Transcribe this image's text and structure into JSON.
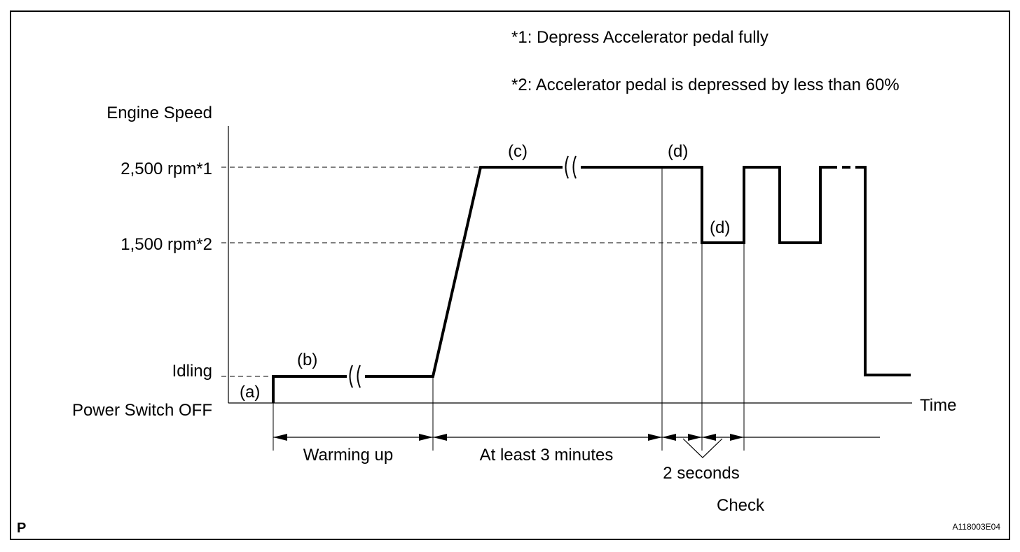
{
  "notes": {
    "note1": "*1: Depress Accelerator pedal fully",
    "note2": "*2: Accelerator pedal is depressed by less than 60%"
  },
  "axes": {
    "y_title": "Engine Speed",
    "x_title": "Time",
    "y_levels": [
      "2,500 rpm*1",
      "1,500 rpm*2",
      "Idling",
      "Power Switch OFF"
    ]
  },
  "steps": {
    "a": "(a)",
    "b": "(b)",
    "c": "(c)",
    "d1": "(d)",
    "d2": "(d)"
  },
  "intervals": {
    "warming_up": "Warming up",
    "at_least_3_minutes": "At least 3 minutes",
    "two_seconds": "2 seconds",
    "check": "Check"
  },
  "figure": {
    "corner_letter": "P",
    "figure_id": "A118003E04"
  }
}
